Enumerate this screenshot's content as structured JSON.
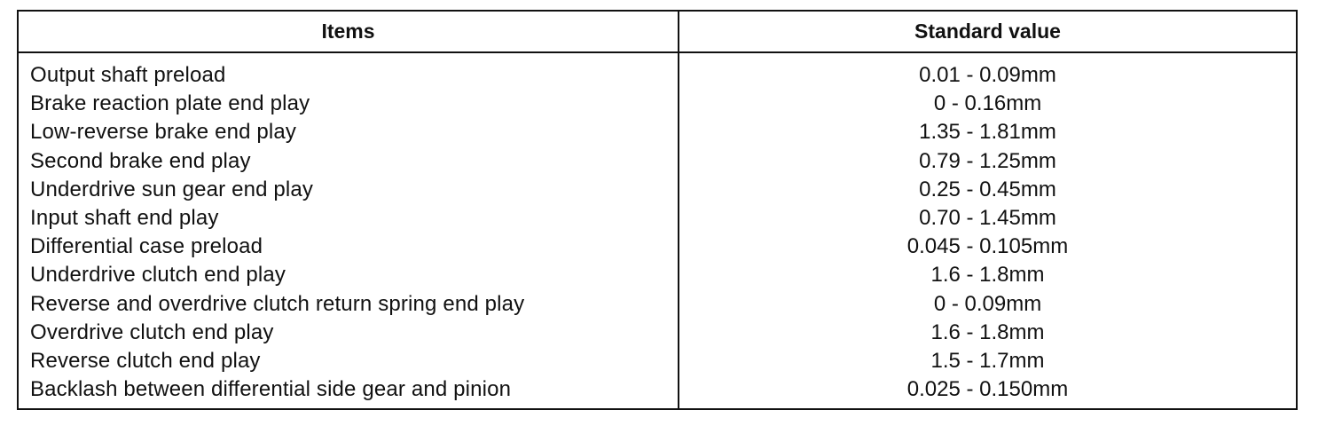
{
  "table": {
    "headers": {
      "items": "Items",
      "standard_value": "Standard value"
    },
    "rows": [
      {
        "item": "Output shaft preload",
        "value": "0.01 - 0.09mm"
      },
      {
        "item": "Brake reaction plate end play",
        "value": "0 - 0.16mm"
      },
      {
        "item": "Low-reverse brake end play",
        "value": "1.35 - 1.81mm"
      },
      {
        "item": "Second brake end play",
        "value": "0.79 - 1.25mm"
      },
      {
        "item": "Underdrive sun gear end play",
        "value": "0.25 - 0.45mm"
      },
      {
        "item": "Input shaft end play",
        "value": "0.70 - 1.45mm"
      },
      {
        "item": "Differential case preload",
        "value": "0.045 - 0.105mm"
      },
      {
        "item": "Underdrive clutch end play",
        "value": "1.6 - 1.8mm"
      },
      {
        "item": "Reverse and overdrive clutch return spring end play",
        "value": "0 - 0.09mm"
      },
      {
        "item": "Overdrive clutch end play",
        "value": "1.6 - 1.8mm"
      },
      {
        "item": "Reverse clutch end play",
        "value": "1.5 - 1.7mm"
      },
      {
        "item": "Backlash between differential side gear and pinion",
        "value": "0.025 - 0.150mm"
      }
    ]
  }
}
